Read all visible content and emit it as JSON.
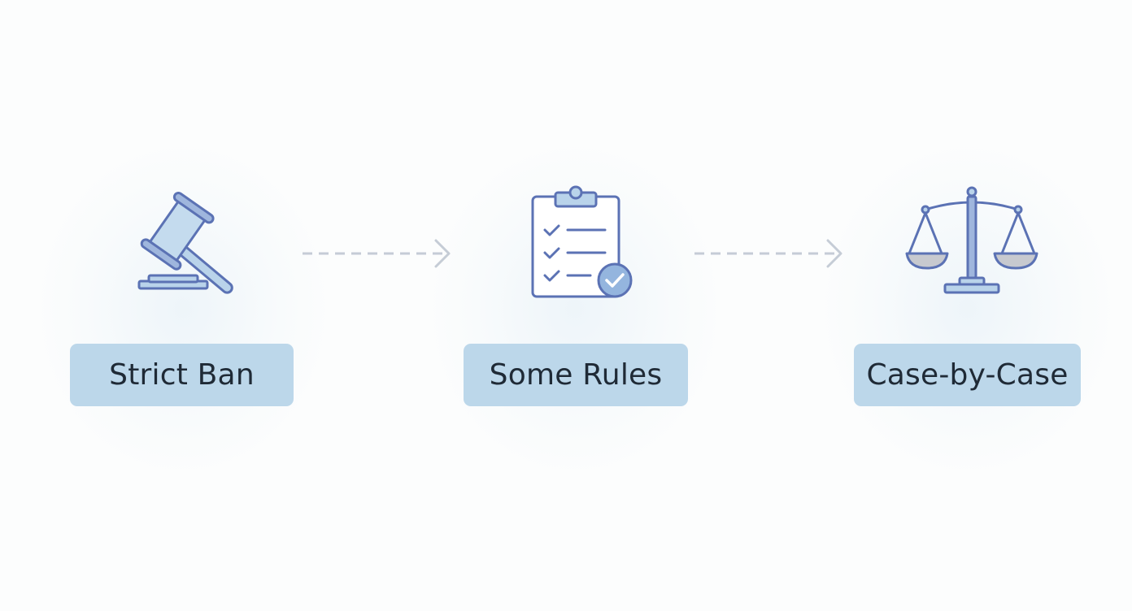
{
  "diagram": {
    "steps": [
      {
        "label": "Strict Ban",
        "icon": "gavel-icon"
      },
      {
        "label": "Some Rules",
        "icon": "clipboard-checklist-icon"
      },
      {
        "label": "Case-by-Case",
        "icon": "balance-scale-icon"
      }
    ],
    "connectors": [
      "dashed-arrow",
      "dashed-arrow"
    ],
    "colors": {
      "background": "#fcfdfd",
      "label_box": "#bcd7ea",
      "label_text": "#1f2a36",
      "icon_stroke": "#5b72b4",
      "icon_fill": "#b9d3ea",
      "icon_grey": "#c7c9cf",
      "arrow": "#c5ccd6"
    }
  }
}
